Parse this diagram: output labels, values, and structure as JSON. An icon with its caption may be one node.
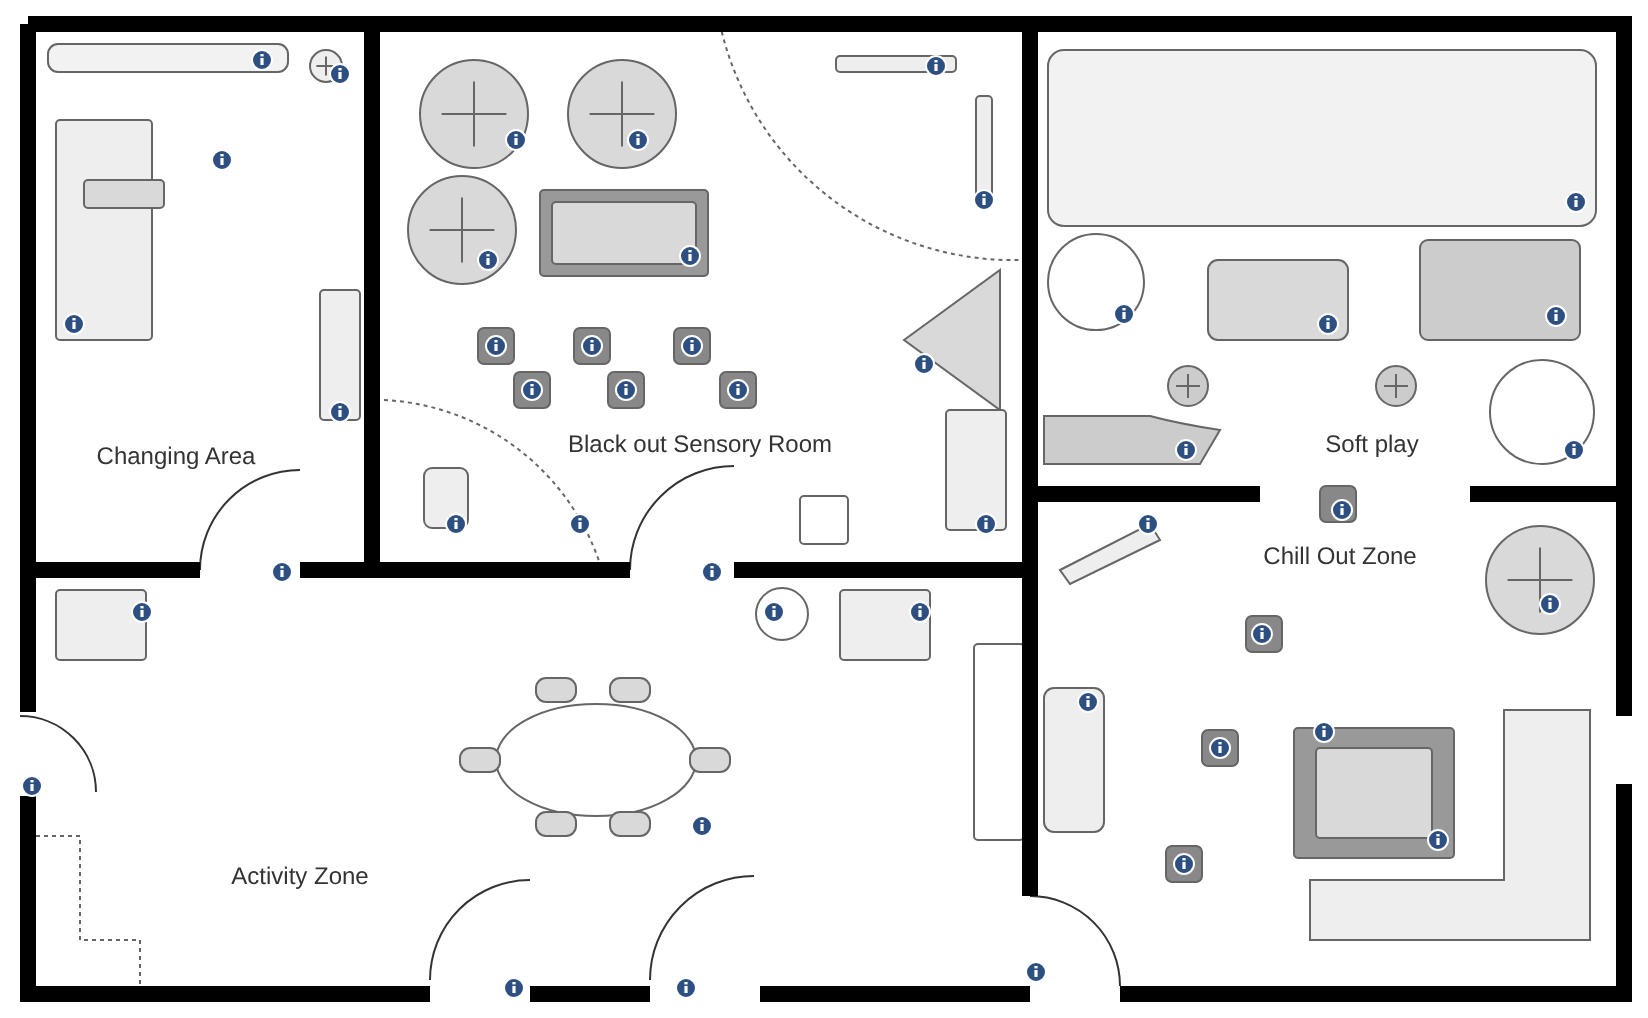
{
  "diagram": {
    "labels": [
      "Changing Area",
      "Black out Sensory Room",
      "Soft play",
      "Chill Out Zone",
      "Activity Zone"
    ]
  }
}
